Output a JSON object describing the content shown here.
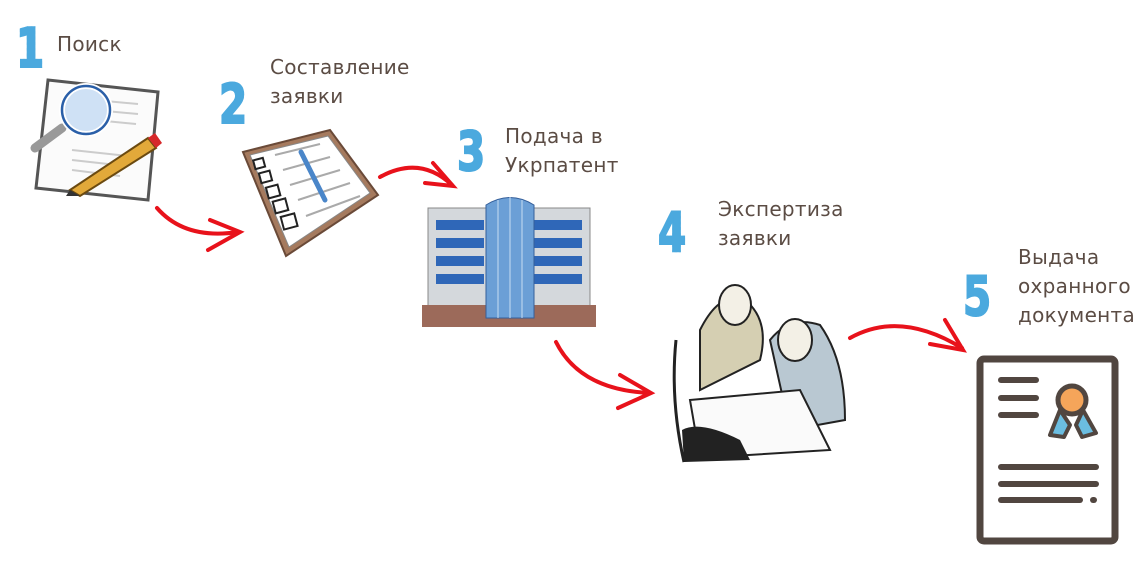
{
  "steps": [
    {
      "number": "1",
      "label_lines": [
        "Поиск"
      ],
      "icon": "search-document-icon"
    },
    {
      "number": "2",
      "label_lines": [
        "Составление",
        "заявки"
      ],
      "icon": "clipboard-checklist-icon"
    },
    {
      "number": "3",
      "label_lines": [
        "Подача в",
        "Укрпатент"
      ],
      "icon": "office-building-icon"
    },
    {
      "number": "4",
      "label_lines": [
        "Экспертиза",
        "заявки"
      ],
      "icon": "experts-reviewing-icon"
    },
    {
      "number": "5",
      "label_lines": [
        "Выдача",
        "охранного",
        "документа"
      ],
      "icon": "certificate-document-icon"
    }
  ],
  "colors": {
    "text": "#5b4c44",
    "number": "#4ba9de",
    "arrow": "#e8121b",
    "certificate": "#514640",
    "medal": "#f5a55a",
    "ribbon": "#6bbde0"
  }
}
